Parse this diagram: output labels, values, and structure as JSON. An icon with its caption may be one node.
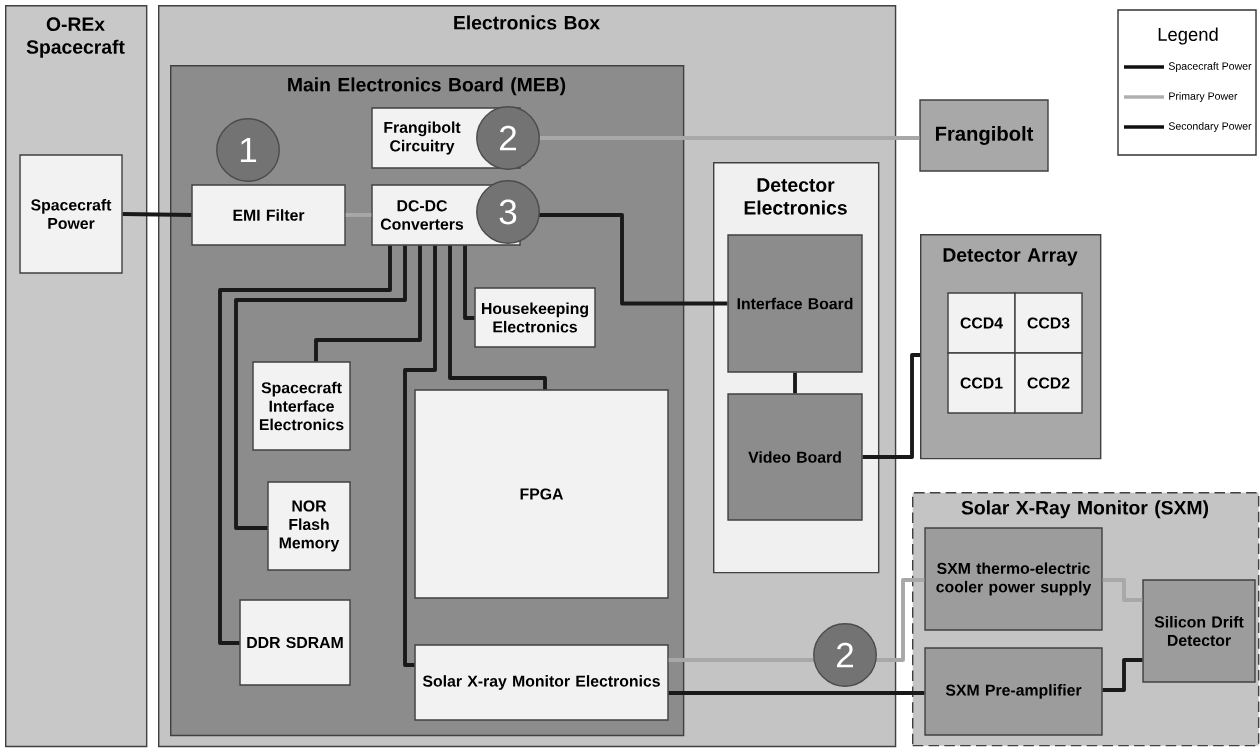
{
  "diagram": {
    "nodes": [
      {
        "text": [
          "O-REx Spacecraft"
        ]
      },
      {
        "text": [
          "Spacecraft Power"
        ],
        "in": 0
      },
      {
        "text": [
          "Electronics Box"
        ]
      },
      {
        "text": [
          "Main Electronics Board (MEB)"
        ],
        "in": 2
      },
      {
        "text": [
          "Frangibolt Circuitry"
        ],
        "in": 3
      },
      {
        "text": [
          "EMI Filter"
        ],
        "in": 3
      },
      {
        "text": [
          "DC-DC Converters"
        ],
        "in": 3
      },
      {
        "text": [
          "Housekeeping Electronics"
        ],
        "in": 3
      },
      {
        "text": [
          "Spacecraft Interface Electronics"
        ],
        "in": 3
      },
      {
        "text": [
          "NOR Flash Memory"
        ],
        "in": 3
      },
      {
        "text": [
          "DDR SDRAM"
        ],
        "in": 3
      },
      {
        "text": [
          "FPGA"
        ],
        "in": 3
      },
      {
        "text": [
          "Solar X-ray Monitor Electronics"
        ],
        "in": 3
      },
      {
        "text": [
          "Detector Electronics"
        ],
        "in": 2
      },
      {
        "text": [
          "Interface Board"
        ],
        "in": 13
      },
      {
        "text": [
          "Video Board"
        ],
        "in": 13
      },
      {
        "text": [
          "Frangibolt"
        ]
      },
      {
        "text": [
          "Detector Array"
        ]
      },
      {
        "text": [
          "CCD4"
        ],
        "in": 17
      },
      {
        "text": [
          "CCD3"
        ],
        "in": 17
      },
      {
        "text": [
          "CCD1"
        ],
        "in": 17
      },
      {
        "text": [
          "CCD2"
        ],
        "in": 17
      },
      {
        "text": [
          "Solar X-Ray Monitor (SXM)"
        ]
      },
      {
        "text": [
          "SXM thermo-electric cooler power supply"
        ],
        "in": 22
      },
      {
        "text": [
          "SXM Pre-amplifier"
        ],
        "in": 22
      },
      {
        "text": [
          "Silicon Drift Detector"
        ],
        "in": 22
      }
    ],
    "edges": [
      {
        "from": 1,
        "to": 5,
        "arrow": "none"
      },
      {
        "from": 5,
        "to": 6,
        "arrow": "none",
        "color": "#a8a8a8"
      },
      {
        "from": 4,
        "to": 16,
        "arrow": "none",
        "color": "#a8a8a8"
      },
      {
        "from": 6,
        "to": 14,
        "arrow": "none"
      },
      {
        "from": 6,
        "to": 7,
        "arrow": "none"
      },
      {
        "from": 6,
        "to": 8,
        "arrow": "none"
      },
      {
        "from": 6,
        "to": 9,
        "arrow": "none"
      },
      {
        "from": 6,
        "to": 10,
        "arrow": "none"
      },
      {
        "from": 6,
        "to": 11,
        "arrow": "none"
      },
      {
        "from": 6,
        "to": 12,
        "arrow": "none"
      },
      {
        "from": 14,
        "to": 15,
        "arrow": "none"
      },
      {
        "from": 15,
        "to": 17,
        "arrow": "none"
      },
      {
        "from": 12,
        "to": 23,
        "arrow": "none",
        "color": "#a8a8a8"
      },
      {
        "from": 12,
        "to": 24,
        "arrow": "none"
      },
      {
        "from": 23,
        "to": 25,
        "arrow": "none",
        "color": "#a8a8a8"
      },
      {
        "from": 24,
        "to": 25,
        "arrow": "none"
      }
    ],
    "labels": [
      "Legend",
      "2",
      "1",
      "3",
      "2"
    ],
    "legend": [
      {
        "text": "Spacecraft Power"
      },
      {
        "text": "Primary Power"
      },
      {
        "text": "Secondary Power"
      }
    ]
  }
}
